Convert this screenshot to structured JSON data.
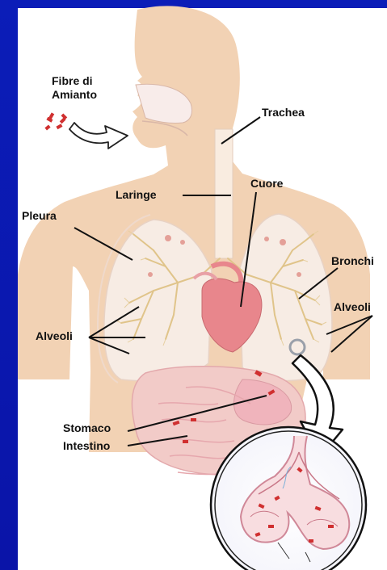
{
  "labels": {
    "fibre": "Fibre di",
    "amianto": "Amianto",
    "trachea": "Trachea",
    "laringe": "Laringe",
    "cuore": "Cuore",
    "pleura": "Pleura",
    "bronchi": "Bronchi",
    "alveoli_right": "Alveoli",
    "alveoli_left": "Alveoli",
    "stomaco": "Stomaco",
    "intestino": "Intestino"
  },
  "colors": {
    "body": "#f2d2b4",
    "lung_fill": "#f7ece4",
    "bronchi": "#e0c48a",
    "heart": "#e8868c",
    "organ": "#f0b4bc",
    "fiber": "#d03030",
    "background": "#0a18c0"
  }
}
